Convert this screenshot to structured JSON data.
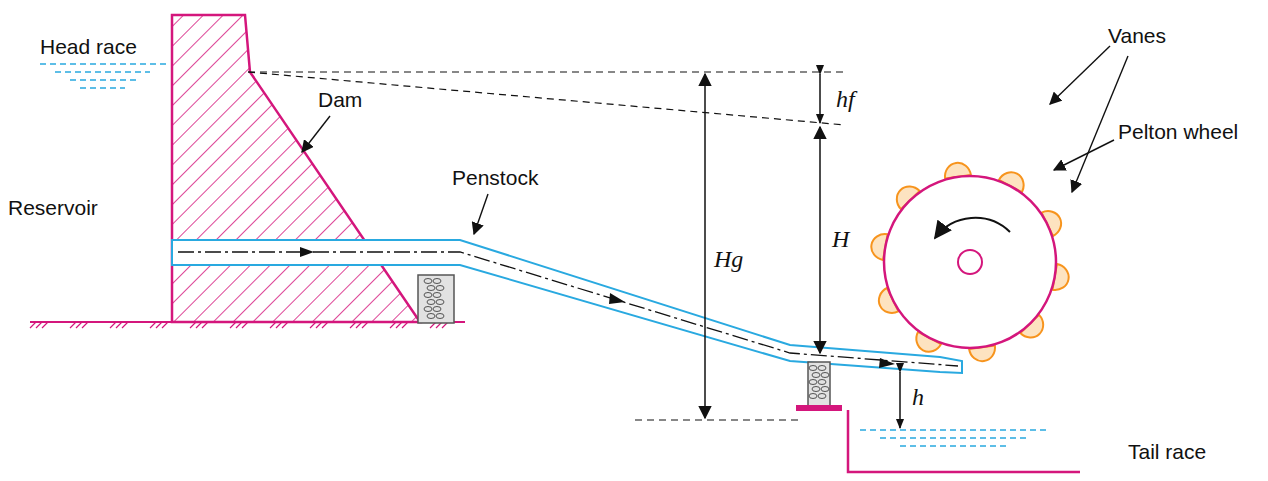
{
  "diagram": {
    "labels": [
      "Head race",
      "Reservoir",
      "Dam",
      "Penstock",
      "Hg",
      "hf",
      "H",
      "h",
      "Vanes",
      "Pelton wheel",
      "Tail race"
    ]
  }
}
